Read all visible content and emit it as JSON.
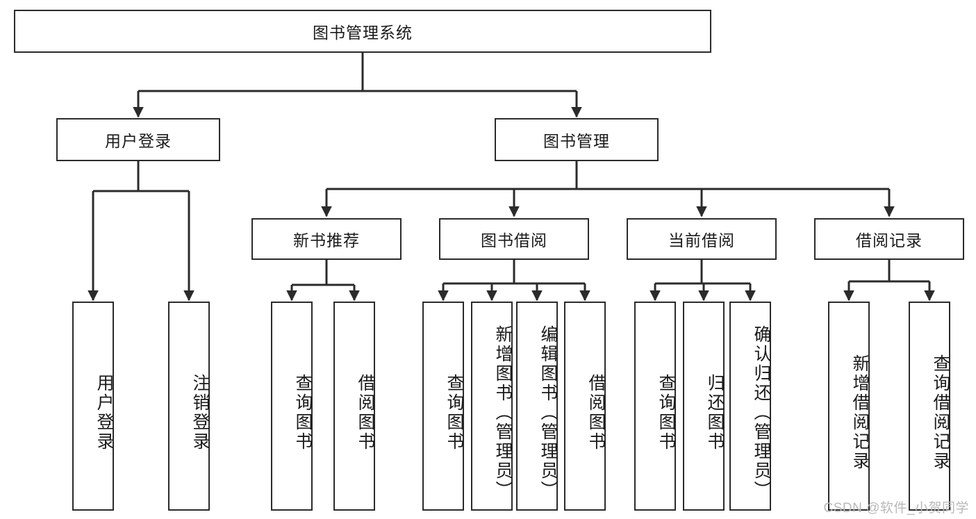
{
  "diagram": {
    "type": "tree-hierarchy-chart",
    "title": "图书管理系统",
    "colors": {
      "box_border": "#2b2b2b",
      "box_fill": "#ffffff",
      "connector": "#2b2b2b",
      "background": "#ffffff",
      "watermark": "#b9b9b9"
    },
    "root": {
      "label": "图书管理系统"
    },
    "level2": [
      {
        "label": "用户登录"
      },
      {
        "label": "图书管理"
      }
    ],
    "level3": [
      {
        "label": "新书推荐"
      },
      {
        "label": "图书借阅"
      },
      {
        "label": "当前借阅"
      },
      {
        "label": "借阅记录"
      }
    ],
    "leaves": {
      "user_login": [
        {
          "label": "用户登录"
        },
        {
          "label": "注销登录"
        }
      ],
      "new_book_recommend": [
        {
          "label": "查询图书"
        },
        {
          "label": "借阅图书"
        }
      ],
      "book_borrow": [
        {
          "label": "查询图书"
        },
        {
          "label": "新增图书（管理员）"
        },
        {
          "label": "编辑图书（管理员）"
        },
        {
          "label": "借阅图书"
        }
      ],
      "current_borrow": [
        {
          "label": "查询图书"
        },
        {
          "label": "归还图书"
        },
        {
          "label": "确认归还（管理员）"
        }
      ],
      "borrow_record": [
        {
          "label": "新增借阅记录"
        },
        {
          "label": "查询借阅记录"
        }
      ]
    }
  },
  "watermark": {
    "text": "CSDN @软件_小贺同学"
  }
}
